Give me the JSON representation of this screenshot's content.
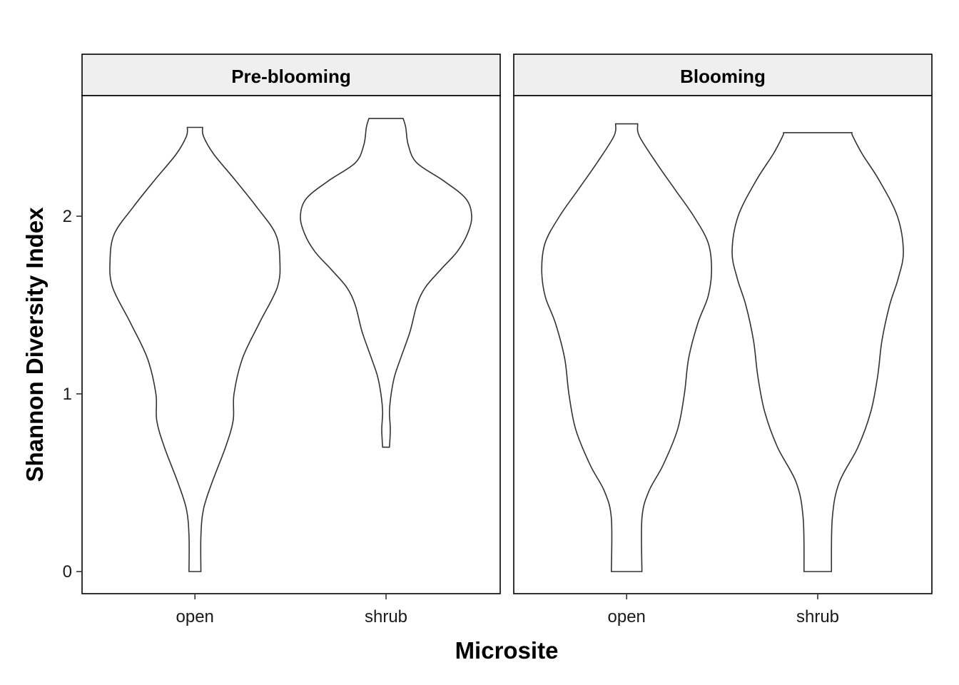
{
  "chart_data": {
    "type": "violin",
    "xlabel": "Microsite",
    "ylabel": "Shannon Diversity Index",
    "ylim": [
      -0.12,
      2.68
    ],
    "y_ticks": [
      0,
      1,
      2
    ],
    "y_tick_labels": [
      "0",
      "1",
      "2"
    ],
    "categories": [
      "open",
      "shrub"
    ],
    "grid": false,
    "legend": "none",
    "colors": {
      "outline": "#333333",
      "fill": "#ffffff",
      "strip_bg": "#efefef",
      "panel_border": "#000000"
    },
    "density_note": "relative half-width of each violin (0-1) at the listed y values",
    "facets": [
      {
        "label": "Pre-blooming",
        "violins": [
          {
            "category": "open",
            "y_min": 0,
            "y_max": 2.5,
            "profile": [
              [
                0,
                0.07
              ],
              [
                0.2,
                0.07
              ],
              [
                0.35,
                0.1
              ],
              [
                0.5,
                0.2
              ],
              [
                0.7,
                0.36
              ],
              [
                0.85,
                0.45
              ],
              [
                1.0,
                0.46
              ],
              [
                1.2,
                0.56
              ],
              [
                1.4,
                0.76
              ],
              [
                1.6,
                0.97
              ],
              [
                1.75,
                1.0
              ],
              [
                1.9,
                0.95
              ],
              [
                2.05,
                0.73
              ],
              [
                2.2,
                0.48
              ],
              [
                2.35,
                0.22
              ],
              [
                2.45,
                0.1
              ],
              [
                2.5,
                0.09
              ]
            ]
          },
          {
            "category": "shrub",
            "y_min": 0.7,
            "y_max": 2.55,
            "profile": [
              [
                0.7,
                0.04
              ],
              [
                0.8,
                0.05
              ],
              [
                0.9,
                0.04
              ],
              [
                1.0,
                0.06
              ],
              [
                1.1,
                0.1
              ],
              [
                1.2,
                0.17
              ],
              [
                1.35,
                0.28
              ],
              [
                1.5,
                0.36
              ],
              [
                1.6,
                0.46
              ],
              [
                1.7,
                0.64
              ],
              [
                1.8,
                0.83
              ],
              [
                1.9,
                0.95
              ],
              [
                2.0,
                1.0
              ],
              [
                2.1,
                0.93
              ],
              [
                2.2,
                0.67
              ],
              [
                2.3,
                0.36
              ],
              [
                2.4,
                0.26
              ],
              [
                2.5,
                0.23
              ],
              [
                2.55,
                0.2
              ]
            ]
          }
        ]
      },
      {
        "label": "Blooming",
        "violins": [
          {
            "category": "open",
            "y_min": 0,
            "y_max": 2.52,
            "profile": [
              [
                0,
                0.18
              ],
              [
                0.3,
                0.18
              ],
              [
                0.45,
                0.26
              ],
              [
                0.6,
                0.43
              ],
              [
                0.8,
                0.6
              ],
              [
                1.0,
                0.68
              ],
              [
                1.2,
                0.73
              ],
              [
                1.4,
                0.84
              ],
              [
                1.55,
                0.96
              ],
              [
                1.7,
                1.0
              ],
              [
                1.85,
                0.96
              ],
              [
                2.0,
                0.79
              ],
              [
                2.15,
                0.57
              ],
              [
                2.3,
                0.35
              ],
              [
                2.45,
                0.15
              ],
              [
                2.52,
                0.13
              ]
            ]
          },
          {
            "category": "shrub",
            "y_min": 0,
            "y_max": 2.47,
            "profile": [
              [
                0,
                0.16
              ],
              [
                0.3,
                0.17
              ],
              [
                0.5,
                0.25
              ],
              [
                0.7,
                0.47
              ],
              [
                0.9,
                0.62
              ],
              [
                1.1,
                0.7
              ],
              [
                1.3,
                0.75
              ],
              [
                1.5,
                0.84
              ],
              [
                1.65,
                0.94
              ],
              [
                1.8,
                1.0
              ],
              [
                2.0,
                0.93
              ],
              [
                2.2,
                0.72
              ],
              [
                2.35,
                0.52
              ],
              [
                2.45,
                0.41
              ],
              [
                2.47,
                0.4
              ]
            ]
          }
        ]
      }
    ]
  }
}
